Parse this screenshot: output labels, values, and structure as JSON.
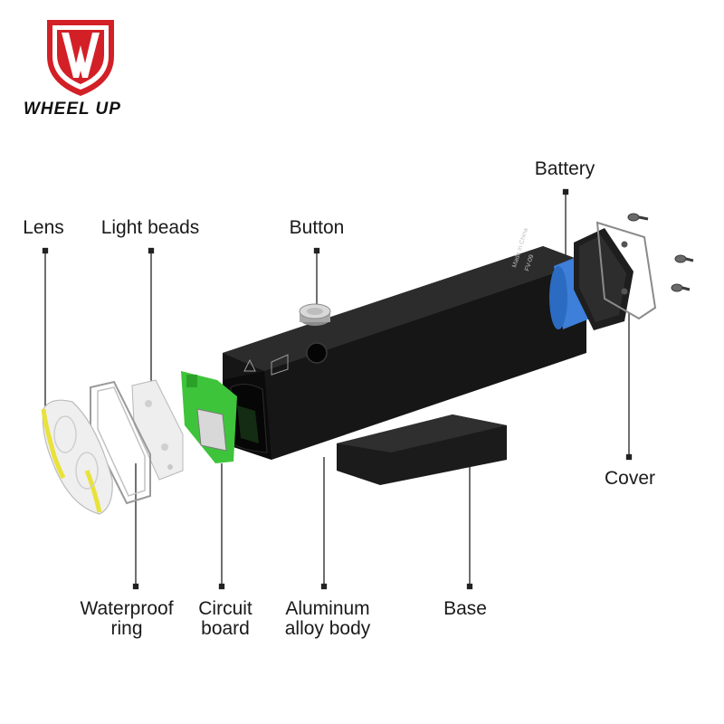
{
  "brand": {
    "name": "WHEEL UP",
    "logo_icon": "shield-w-logo",
    "logo_color": "#d32027"
  },
  "labels": {
    "battery": "Battery",
    "lens": "Lens",
    "light_beads": "Light beads",
    "button": "Button",
    "cover": "Cover",
    "waterproof_ring_1": "Waterproof",
    "waterproof_ring_2": "ring",
    "circuit_board_1": "Circuit",
    "circuit_board_2": "board",
    "aluminum_body_1": "Aluminum",
    "aluminum_body_2": "alloy body",
    "base": "Base"
  },
  "colors": {
    "body": "#151515",
    "battery": "#3d7fd9",
    "circuit_board": "#3ec43a",
    "lens_accent": "#e8e23a",
    "leader_line": "#222222"
  }
}
